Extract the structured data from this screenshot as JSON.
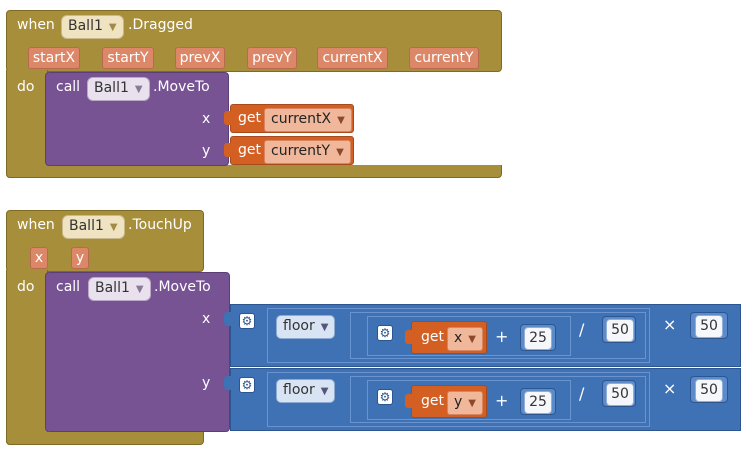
{
  "block1": {
    "when": "when",
    "component": "Ball1",
    "event": ".Dragged",
    "params": [
      "startX",
      "startY",
      "prevX",
      "prevY",
      "currentX",
      "currentY"
    ],
    "do": "do",
    "call": "call",
    "call_component": "Ball1",
    "method": ".MoveTo",
    "arg_x": "x",
    "arg_y": "y",
    "get_label": "get",
    "get_x_var": "currentX",
    "get_y_var": "currentY"
  },
  "block2": {
    "when": "when",
    "component": "Ball1",
    "event": ".TouchUp",
    "params": [
      "x",
      "y"
    ],
    "do": "do",
    "call": "call",
    "call_component": "Ball1",
    "method": ".MoveTo",
    "arg_x": "x",
    "arg_y": "y",
    "row_x": {
      "floor": "floor",
      "get_label": "get",
      "get_var": "x",
      "plus": "+",
      "add_num": "25",
      "divide": "/",
      "div_num": "50",
      "times": "×",
      "mul_num": "50"
    },
    "row_y": {
      "floor": "floor",
      "get_label": "get",
      "get_var": "y",
      "plus": "+",
      "add_num": "25",
      "divide": "/",
      "div_num": "50",
      "times": "×",
      "mul_num": "50"
    }
  },
  "icons": {
    "dropdown": "dropdown-arrow-icon",
    "mutator": "gear-icon"
  },
  "colors": {
    "event_block": "#a78e3a",
    "parameter": "#dd8769",
    "procedure_call": "#775394",
    "variable_get": "#d35f23",
    "math": "#3f71b5"
  }
}
